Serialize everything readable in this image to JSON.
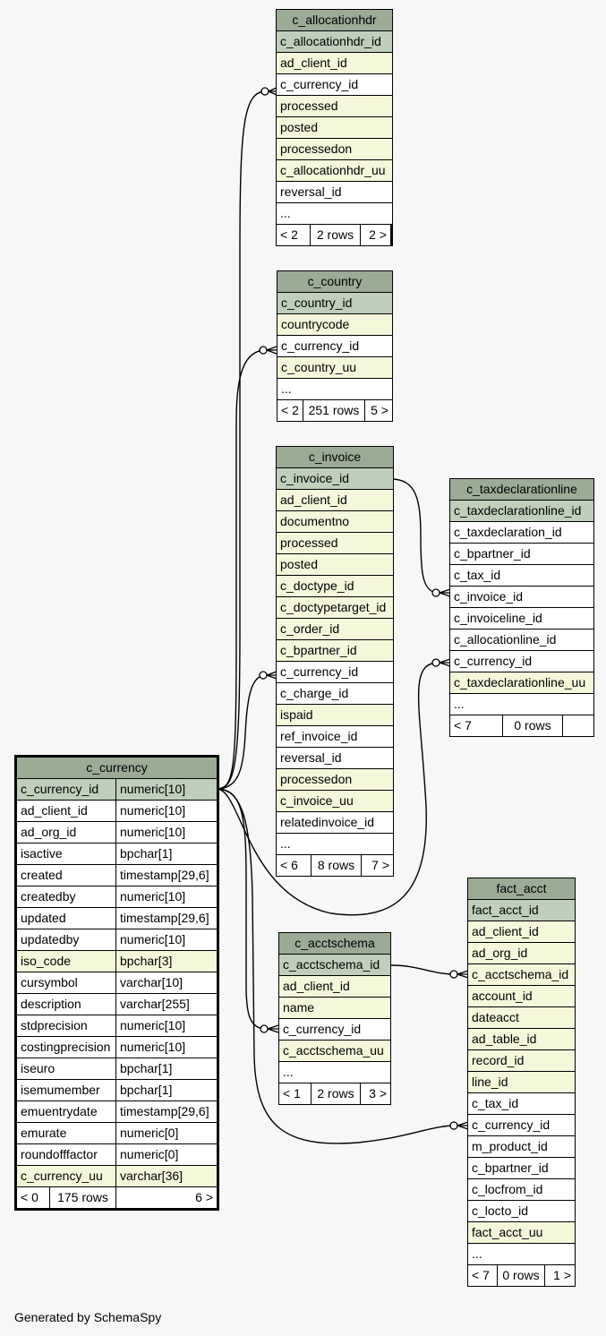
{
  "tables": {
    "c_allocationhdr": {
      "name": "c_allocationhdr",
      "rows": [
        {
          "label": "c_allocationhdr_id",
          "kind": "pk"
        },
        {
          "label": "ad_client_id",
          "kind": "idx"
        },
        {
          "label": "c_currency_id",
          "kind": "plain"
        },
        {
          "label": "processed",
          "kind": "idx"
        },
        {
          "label": "posted",
          "kind": "idx"
        },
        {
          "label": "processedon",
          "kind": "idx"
        },
        {
          "label": "c_allocationhdr_uu",
          "kind": "idx"
        },
        {
          "label": "reversal_id",
          "kind": "plain"
        },
        {
          "label": "...",
          "kind": "plain"
        }
      ],
      "footer": {
        "parents": "< 2",
        "rows": "2 rows",
        "children": "2 >"
      }
    },
    "c_country": {
      "name": "c_country",
      "rows": [
        {
          "label": "c_country_id",
          "kind": "pk"
        },
        {
          "label": "countrycode",
          "kind": "idx"
        },
        {
          "label": "c_currency_id",
          "kind": "plain"
        },
        {
          "label": "c_country_uu",
          "kind": "idx"
        },
        {
          "label": "...",
          "kind": "plain"
        }
      ],
      "footer": {
        "parents": "< 2",
        "rows": "251 rows",
        "children": "5 >"
      }
    },
    "c_invoice": {
      "name": "c_invoice",
      "rows": [
        {
          "label": "c_invoice_id",
          "kind": "pk"
        },
        {
          "label": "ad_client_id",
          "kind": "idx"
        },
        {
          "label": "documentno",
          "kind": "idx"
        },
        {
          "label": "processed",
          "kind": "idx"
        },
        {
          "label": "posted",
          "kind": "idx"
        },
        {
          "label": "c_doctype_id",
          "kind": "idx"
        },
        {
          "label": "c_doctypetarget_id",
          "kind": "idx"
        },
        {
          "label": "c_order_id",
          "kind": "idx"
        },
        {
          "label": "c_bpartner_id",
          "kind": "idx"
        },
        {
          "label": "c_currency_id",
          "kind": "plain"
        },
        {
          "label": "c_charge_id",
          "kind": "plain"
        },
        {
          "label": "ispaid",
          "kind": "idx"
        },
        {
          "label": "ref_invoice_id",
          "kind": "plain"
        },
        {
          "label": "reversal_id",
          "kind": "plain"
        },
        {
          "label": "processedon",
          "kind": "idx"
        },
        {
          "label": "c_invoice_uu",
          "kind": "idx"
        },
        {
          "label": "relatedinvoice_id",
          "kind": "plain"
        },
        {
          "label": "...",
          "kind": "plain"
        }
      ],
      "footer": {
        "parents": "< 6",
        "rows": "8 rows",
        "children": "7 >"
      }
    },
    "c_taxdeclarationline": {
      "name": "c_taxdeclarationline",
      "rows": [
        {
          "label": "c_taxdeclarationline_id",
          "kind": "pk"
        },
        {
          "label": "c_taxdeclaration_id",
          "kind": "plain"
        },
        {
          "label": "c_bpartner_id",
          "kind": "plain"
        },
        {
          "label": "c_tax_id",
          "kind": "plain"
        },
        {
          "label": "c_invoice_id",
          "kind": "plain"
        },
        {
          "label": "c_invoiceline_id",
          "kind": "plain"
        },
        {
          "label": "c_allocationline_id",
          "kind": "plain"
        },
        {
          "label": "c_currency_id",
          "kind": "plain"
        },
        {
          "label": "c_taxdeclarationline_uu",
          "kind": "idx"
        },
        {
          "label": "...",
          "kind": "plain"
        }
      ],
      "footer": {
        "parents": "< 7",
        "rows": "0 rows",
        "children": ""
      }
    },
    "c_currency": {
      "name": "c_currency",
      "rows": [
        {
          "label": "c_currency_id",
          "type": "numeric[10]",
          "kind": "pk"
        },
        {
          "label": "ad_client_id",
          "type": "numeric[10]",
          "kind": "plain"
        },
        {
          "label": "ad_org_id",
          "type": "numeric[10]",
          "kind": "plain"
        },
        {
          "label": "isactive",
          "type": "bpchar[1]",
          "kind": "plain"
        },
        {
          "label": "created",
          "type": "timestamp[29,6]",
          "kind": "plain"
        },
        {
          "label": "createdby",
          "type": "numeric[10]",
          "kind": "plain"
        },
        {
          "label": "updated",
          "type": "timestamp[29,6]",
          "kind": "plain"
        },
        {
          "label": "updatedby",
          "type": "numeric[10]",
          "kind": "plain"
        },
        {
          "label": "iso_code",
          "type": "bpchar[3]",
          "kind": "idx"
        },
        {
          "label": "cursymbol",
          "type": "varchar[10]",
          "kind": "plain"
        },
        {
          "label": "description",
          "type": "varchar[255]",
          "kind": "plain"
        },
        {
          "label": "stdprecision",
          "type": "numeric[10]",
          "kind": "plain"
        },
        {
          "label": "costingprecision",
          "type": "numeric[10]",
          "kind": "plain"
        },
        {
          "label": "iseuro",
          "type": "bpchar[1]",
          "kind": "plain"
        },
        {
          "label": "isemumember",
          "type": "bpchar[1]",
          "kind": "plain"
        },
        {
          "label": "emuentrydate",
          "type": "timestamp[29,6]",
          "kind": "plain"
        },
        {
          "label": "emurate",
          "type": "numeric[0]",
          "kind": "plain"
        },
        {
          "label": "roundofffactor",
          "type": "numeric[0]",
          "kind": "plain"
        },
        {
          "label": "c_currency_uu",
          "type": "varchar[36]",
          "kind": "idx"
        }
      ],
      "footer": {
        "parents": "< 0",
        "rows": "175 rows",
        "children": "6 >"
      }
    },
    "c_acctschema": {
      "name": "c_acctschema",
      "rows": [
        {
          "label": "c_acctschema_id",
          "kind": "pk"
        },
        {
          "label": "ad_client_id",
          "kind": "idx"
        },
        {
          "label": "name",
          "kind": "idx"
        },
        {
          "label": "c_currency_id",
          "kind": "plain"
        },
        {
          "label": "c_acctschema_uu",
          "kind": "idx"
        },
        {
          "label": "...",
          "kind": "plain"
        }
      ],
      "footer": {
        "parents": "< 1",
        "rows": "2 rows",
        "children": "3 >"
      }
    },
    "fact_acct": {
      "name": "fact_acct",
      "rows": [
        {
          "label": "fact_acct_id",
          "kind": "pk"
        },
        {
          "label": "ad_client_id",
          "kind": "idx"
        },
        {
          "label": "ad_org_id",
          "kind": "idx"
        },
        {
          "label": "c_acctschema_id",
          "kind": "idx"
        },
        {
          "label": "account_id",
          "kind": "idx"
        },
        {
          "label": "dateacct",
          "kind": "idx"
        },
        {
          "label": "ad_table_id",
          "kind": "idx"
        },
        {
          "label": "record_id",
          "kind": "idx"
        },
        {
          "label": "line_id",
          "kind": "idx"
        },
        {
          "label": "c_tax_id",
          "kind": "plain"
        },
        {
          "label": "c_currency_id",
          "kind": "plain"
        },
        {
          "label": "m_product_id",
          "kind": "plain"
        },
        {
          "label": "c_bpartner_id",
          "kind": "plain"
        },
        {
          "label": "c_locfrom_id",
          "kind": "plain"
        },
        {
          "label": "c_locto_id",
          "kind": "plain"
        },
        {
          "label": "fact_acct_uu",
          "kind": "idx"
        },
        {
          "label": "...",
          "kind": "plain"
        }
      ],
      "footer": {
        "parents": "< 7",
        "rows": "0 rows",
        "children": "1 >"
      }
    }
  },
  "credit": "Generated by SchemaSpy"
}
